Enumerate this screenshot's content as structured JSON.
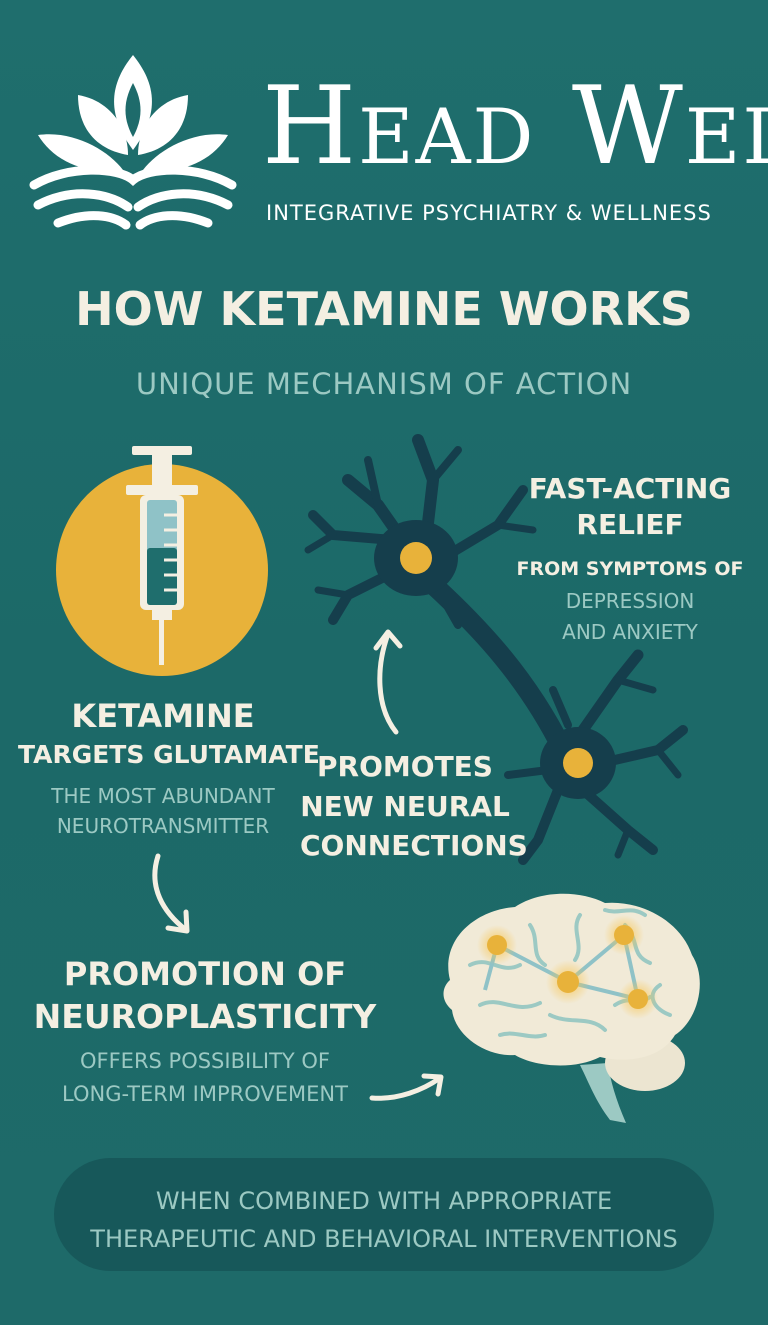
{
  "brand": {
    "name_first": "Head",
    "name_second": "Well",
    "tagline": "INTEGRATIVE PSYCHIATRY & WELLNESS",
    "logo_icon": "lotus-icon"
  },
  "headline": "HOW KETAMINE WORKS",
  "subheadline": "UNIQUE MECHANISM OF ACTION",
  "ketamine": {
    "title": "KETAMINE",
    "subtitle": "TARGETS GLUTAMATE",
    "line1": "THE MOST ABUNDANT",
    "line2": "NEUROTRANSMITTER",
    "icon": "syringe-icon"
  },
  "fast_acting": {
    "title1": "FAST-ACTING",
    "title2": "RELIEF",
    "line1": "FROM SYMPTOMS OF",
    "line2": "DEPRESSION",
    "line3": "AND ANXIETY",
    "icon": "neuron-icon"
  },
  "promotes": {
    "line1": "PROMOTES",
    "line2": "NEW NEURAL",
    "line3": "CONNECTIONS"
  },
  "neuroplasticity": {
    "title1": "PROMOTION OF",
    "title2": "NEUROPLASTICITY",
    "line1": "OFFERS POSSIBILITY OF",
    "line2": "LONG-TERM IMPROVEMENT",
    "icon": "brain-icon"
  },
  "footer": {
    "line1": "WHEN COMBINED WITH APPROPRIATE",
    "line2": "THERAPEUTIC AND BEHAVIORAL INTERVENTIONS"
  },
  "colors": {
    "background": "#1e6b6b",
    "cream": "#f4efe2",
    "muted_teal": "#9cc9c3",
    "gold": "#e8b23a",
    "dark_navy": "#153e4c",
    "pill": "#17585a"
  }
}
